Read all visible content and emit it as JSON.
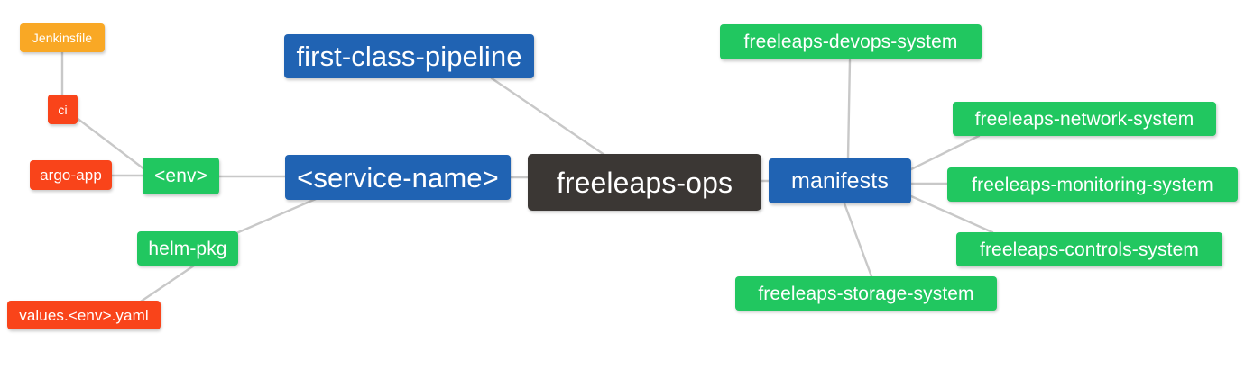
{
  "diagram": {
    "type": "mind-map",
    "title": "freeleaps-ops",
    "background": "#ffffff",
    "edge_color": "#c8c8c8",
    "palette": {
      "root": "#3b3734",
      "blue": "#2063b3",
      "green": "#21c760",
      "orange": "#f9a825",
      "red": "#f9441a",
      "text": "#ffffff"
    }
  },
  "nodes": {
    "root": {
      "label": "freeleaps-ops",
      "color": "#3b3734"
    },
    "first_class_pipeline": {
      "label": "first-class-pipeline",
      "color": "#2063b3"
    },
    "service_name": {
      "label": "<service-name>",
      "color": "#2063b3"
    },
    "env": {
      "label": "<env>",
      "color": "#21c760"
    },
    "ci": {
      "label": "ci",
      "color": "#f9441a"
    },
    "jenkinsfile": {
      "label": "Jenkinsfile",
      "color": "#f9a825"
    },
    "argo_app": {
      "label": "argo-app",
      "color": "#f9441a"
    },
    "helm_pkg": {
      "label": "helm-pkg",
      "color": "#21c760"
    },
    "values_yaml": {
      "label": "values.<env>.yaml",
      "color": "#f9441a"
    },
    "manifests": {
      "label": "manifests",
      "color": "#2063b3"
    },
    "devops_system": {
      "label": "freeleaps-devops-system",
      "color": "#21c760"
    },
    "network_system": {
      "label": "freeleaps-network-system",
      "color": "#21c760"
    },
    "monitoring_system": {
      "label": "freeleaps-monitoring-system",
      "color": "#21c760"
    },
    "controls_system": {
      "label": "freeleaps-controls-system",
      "color": "#21c760"
    },
    "storage_system": {
      "label": "freeleaps-storage-system",
      "color": "#21c760"
    }
  },
  "edges": [
    {
      "from": "first_class_pipeline",
      "to": "root"
    },
    {
      "from": "service_name",
      "to": "root"
    },
    {
      "from": "env",
      "to": "service_name"
    },
    {
      "from": "ci",
      "to": "env"
    },
    {
      "from": "jenkinsfile",
      "to": "ci"
    },
    {
      "from": "argo_app",
      "to": "env"
    },
    {
      "from": "helm_pkg",
      "to": "service_name"
    },
    {
      "from": "values_yaml",
      "to": "helm_pkg"
    },
    {
      "from": "manifests",
      "to": "root"
    },
    {
      "from": "devops_system",
      "to": "manifests"
    },
    {
      "from": "network_system",
      "to": "manifests"
    },
    {
      "from": "monitoring_system",
      "to": "manifests"
    },
    {
      "from": "controls_system",
      "to": "manifests"
    },
    {
      "from": "storage_system",
      "to": "manifests"
    }
  ]
}
